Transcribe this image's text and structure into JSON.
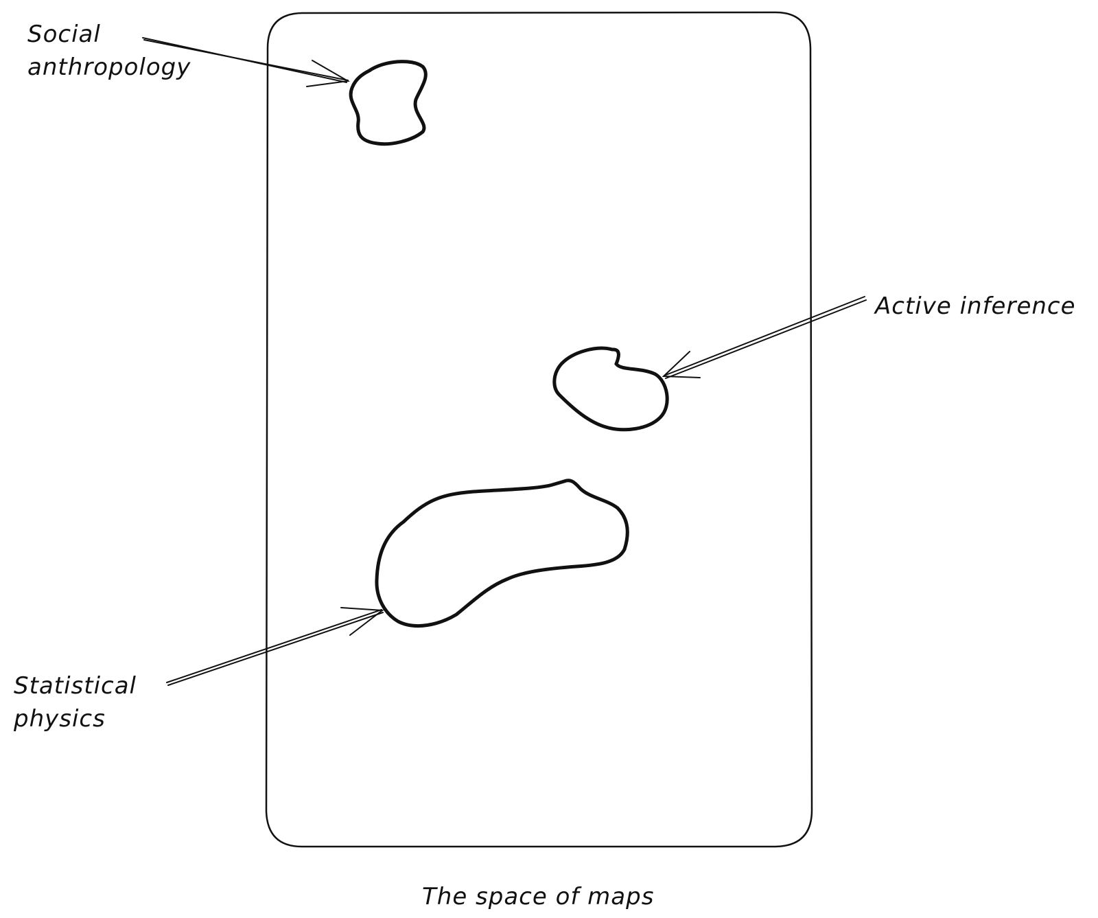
{
  "labels": {
    "social_anthropology": [
      "Social",
      "anthropology"
    ],
    "active_inference": "Active inference",
    "statistical_physics": [
      "Statistical",
      "physics"
    ]
  },
  "caption": "The space of maps",
  "colors": {
    "ink": "#111111",
    "background": "#ffffff"
  }
}
